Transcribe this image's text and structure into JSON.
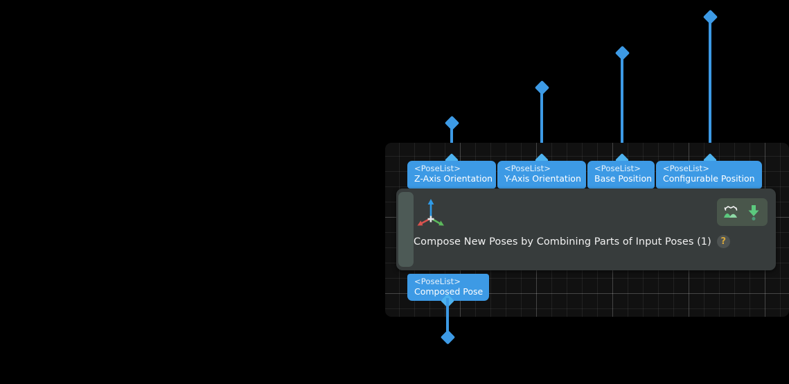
{
  "canvas": {
    "background_color": "#111111",
    "grid_line_color": "#2a2a2a",
    "grid_major_color": "#3d3d3d"
  },
  "colors": {
    "port_blue": "#3d9ae5",
    "wire_blue": "#3d9ae5",
    "node_body": "#373c3c",
    "node_accent": "#4d5a56",
    "action_panel": "#49564b",
    "icon_green": "#62c47d",
    "axis_up": "#2f9be8",
    "axis_left": "#d9534f",
    "axis_right": "#5cb85c",
    "help_badge_text": "#d9a93b"
  },
  "node": {
    "title": "Compose New Poses by Combining Parts of Input Poses (1)",
    "help_badge_label": "?",
    "icon_name": "coordinate-frame-icon",
    "actions": [
      {
        "name": "preview-in-scene-icon",
        "label": ""
      },
      {
        "name": "download-arrow-icon",
        "label": ""
      }
    ]
  },
  "inputs": [
    {
      "type": "<PoseList>",
      "name": "Z-Axis Orientation"
    },
    {
      "type": "<PoseList>",
      "name": "Y-Axis Orientation"
    },
    {
      "type": "<PoseList>",
      "name": "Base Position"
    },
    {
      "type": "<PoseList>",
      "name": "Configurable Position"
    }
  ],
  "outputs": [
    {
      "type": "<PoseList>",
      "name": "Composed Pose"
    }
  ]
}
